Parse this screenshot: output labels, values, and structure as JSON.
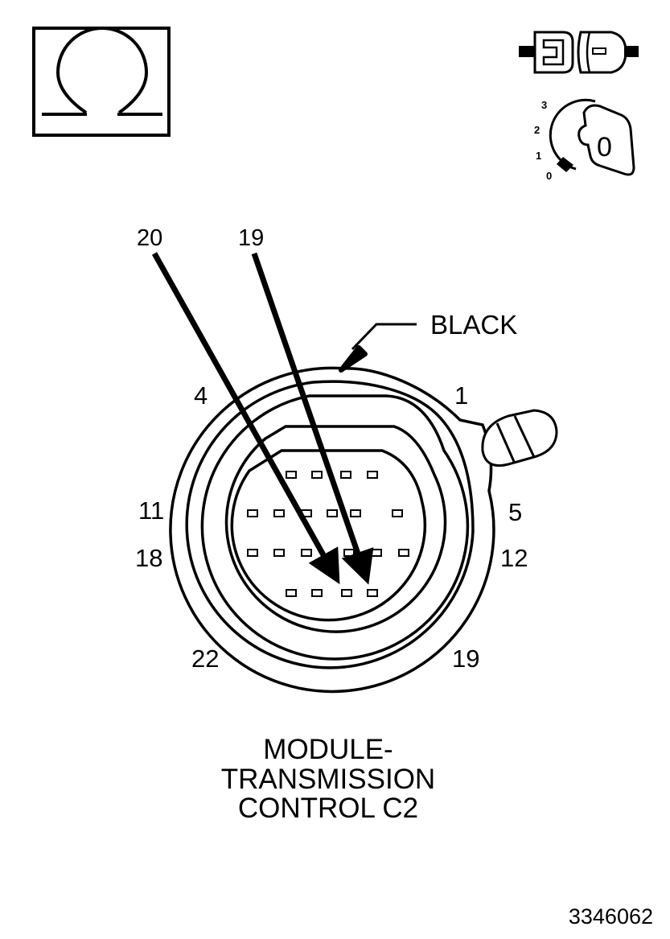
{
  "meter_icon": {
    "symbol": "Ω",
    "name": "ohmmeter-icon"
  },
  "disconnect_icon": {
    "name": "disconnect-connector-icon"
  },
  "ignition_icon": {
    "name": "ignition-key-icon",
    "positions": [
      "3",
      "2",
      "1",
      "0"
    ],
    "key_label": "0"
  },
  "probes": [
    {
      "label": "20",
      "target_cavity": 20
    },
    {
      "label": "19",
      "target_cavity": 19
    }
  ],
  "connector": {
    "color_label": "BLACK",
    "pin_labels": [
      "4",
      "1",
      "11",
      "5",
      "18",
      "12",
      "22",
      "19"
    ],
    "cavity_rows": [
      4,
      6,
      6,
      4
    ]
  },
  "title_lines": [
    "MODULE-",
    "TRANSMISSION",
    "CONTROL C2"
  ],
  "figure_number": "3346062"
}
